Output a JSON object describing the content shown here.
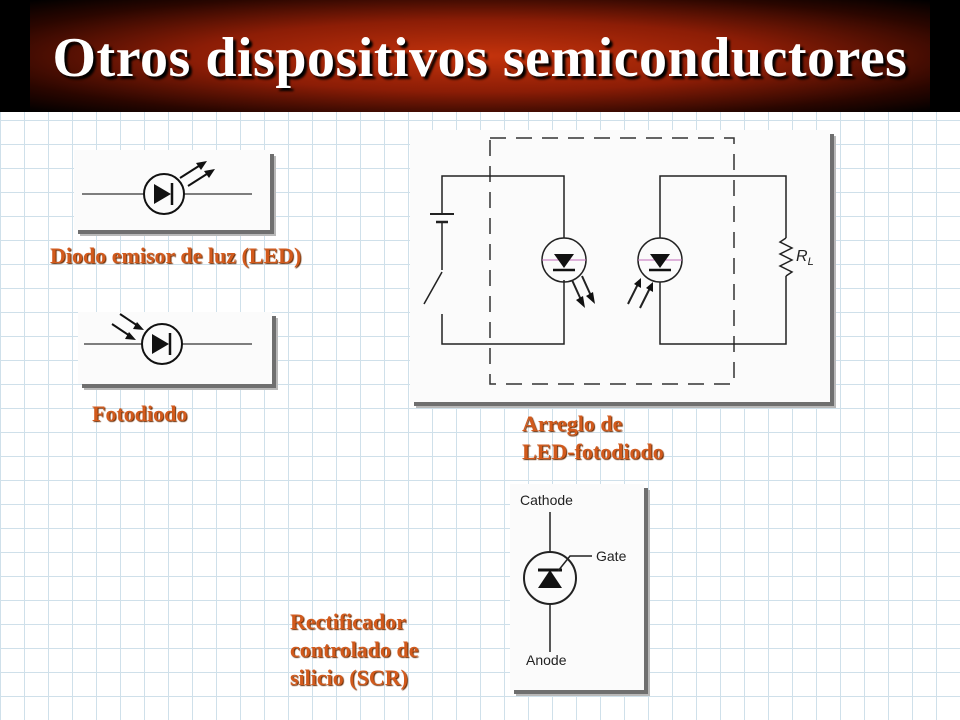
{
  "slide": {
    "title": "Otros dispositivos semiconductores"
  },
  "led": {
    "label": "Diodo emisor de luz (LED)"
  },
  "photodiode": {
    "label": "Fotodiodo"
  },
  "optocoupler": {
    "label_lines": [
      "Arreglo de",
      "LED-fotodiodo"
    ],
    "resistor_label": "R",
    "resistor_subscript": "L"
  },
  "scr": {
    "label_lines": [
      "Rectificador",
      "controlado de",
      "silicio (SCR)"
    ],
    "cathode_label": "Cathode",
    "gate_label": "Gate",
    "anode_label": "Anode"
  },
  "colors": {
    "accent_orange": "#d25a1c",
    "header_red": "#c4330c"
  }
}
